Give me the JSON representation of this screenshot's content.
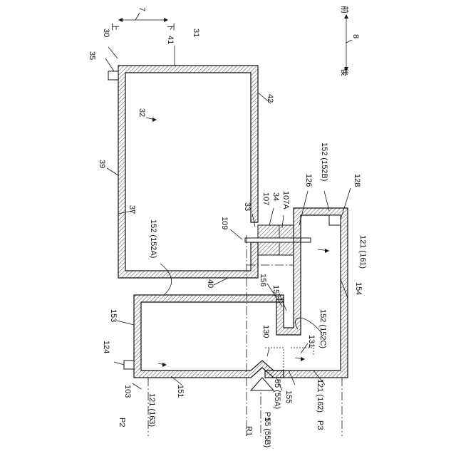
{
  "direction_vertical": {
    "up": "上",
    "down": "下",
    "ref": "7"
  },
  "direction_horizontal": {
    "front": "前",
    "rear": "後",
    "ref": "8"
  },
  "labels": {
    "l30": "30",
    "l31": "31",
    "l35": "35",
    "l41": "41",
    "l42": "42",
    "l32": "32",
    "l39": "39",
    "l37": "37",
    "l40": "40",
    "l109": "109",
    "l33": "33",
    "l107": "107",
    "l34": "34",
    "l107a": "107A",
    "l126": "126",
    "l152b": "152 (152B)",
    "l128": "128",
    "l152a": "152 (152A)",
    "l121_161": "121 (161)",
    "l154": "154",
    "l156": "156",
    "l157": "157",
    "l152c": "152 (152C)",
    "l153": "153",
    "l124": "124",
    "l130": "130",
    "l131": "131",
    "l103": "103",
    "l121_163": "121 (163)",
    "l151": "151",
    "l55_55a": "55 (55A)",
    "l155": "155",
    "l121_162": "121 (162)",
    "lP2": "P2",
    "lR1": "R1",
    "lP1": "P1",
    "l55_55b": "55 (55B)",
    "lP3": "P3"
  }
}
